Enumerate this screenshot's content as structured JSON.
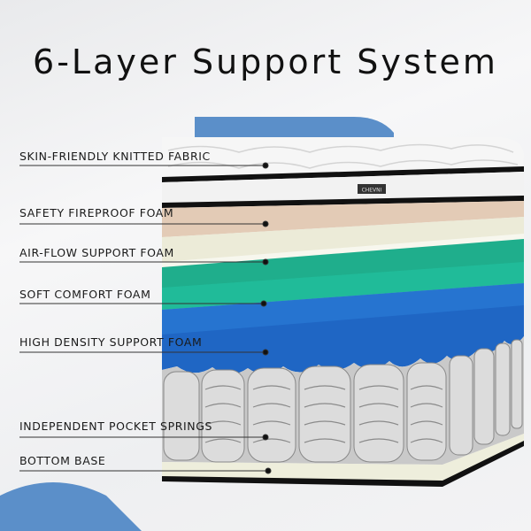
{
  "title": "6-Layer Support System",
  "brand_tag": "CHEVNI",
  "layers": [
    {
      "label": "SKIN-FRIENDLY KNITTED FABRIC"
    },
    {
      "label": "SAFETY FIREPROOF FOAM"
    },
    {
      "label": "AIR-FLOW SUPPORT FOAM"
    },
    {
      "label": "SOFT COMFORT FOAM"
    },
    {
      "label": "HIGH DENSITY SUPPORT FOAM"
    },
    {
      "label": "INDEPENDENT POCKET SPRINGS"
    },
    {
      "label": "BOTTOM BASE"
    }
  ],
  "colors": {
    "accent_blue": "#5b8fc9",
    "beige": "#e3cbb6",
    "cream": "#ecebd8",
    "green": "#1fae8c",
    "blue": "#1f66c4"
  }
}
